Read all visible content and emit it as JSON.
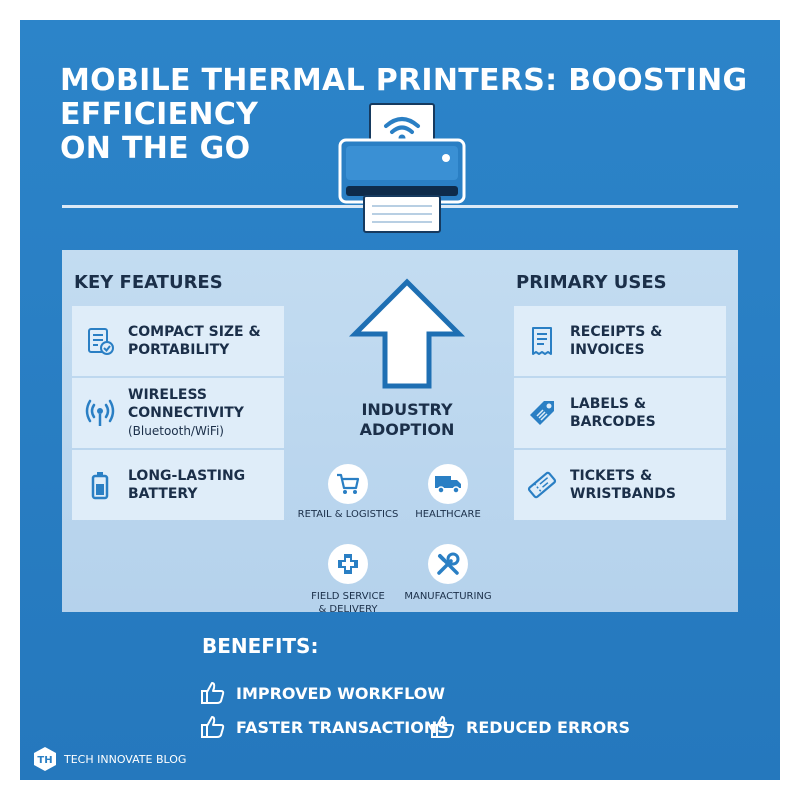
{
  "title": {
    "line1": "MOBILE THERMAL PRINTERS: BOOSTING",
    "line2": "EFFICIENCY",
    "line3": "ON THE GO"
  },
  "hero_icon": "wifi-printer-icon",
  "key_features": {
    "heading": "KEY FEATURES",
    "items": [
      {
        "icon": "checklist-document-icon",
        "line1": "COMPACT SIZE &",
        "line2": "PORTABILITY"
      },
      {
        "icon": "wireless-signal-icon",
        "line1": "WIRELESS",
        "line2": "CONNECTIVITY",
        "line3": "(Bluetooth/WiFi)"
      },
      {
        "icon": "battery-icon",
        "line1": "LONG-LASTING",
        "line2": "BATTERY"
      }
    ]
  },
  "primary_uses": {
    "heading": "PRIMARY USES",
    "items": [
      {
        "icon": "receipt-icon",
        "line1": "RECEIPTS &",
        "line2": "INVOICES"
      },
      {
        "icon": "tag-icon",
        "line1": "LABELS &",
        "line2": "BARCODES"
      },
      {
        "icon": "ticket-icon",
        "line1": "TICKETS &",
        "line2": "WRISTBANDS"
      }
    ]
  },
  "industry": {
    "title_line1": "INDUSTRY",
    "title_line2": "ADOPTION",
    "items": [
      {
        "icon": "shopping-cart-icon",
        "label": "RETAIL & LOGISTICS"
      },
      {
        "icon": "delivery-truck-icon",
        "label": "HEALTHCARE"
      },
      {
        "icon": "medical-cross-icon",
        "label_line1": "FIELD SERVICE",
        "label_line2": "& DELIVERY"
      },
      {
        "icon": "wrench-screwdriver-icon",
        "label": "MANUFACTURING"
      }
    ]
  },
  "benefits": {
    "heading": "BENEFITS:",
    "items": [
      "IMPROVED WORKFLOW",
      "FASTER TRANSACTIONS",
      "REDUCED ERRORS"
    ],
    "icon": "thumbs-up-icon"
  },
  "brand": {
    "name": "TECH INNOVATE BLOG",
    "logo_text": "TH"
  },
  "colors": {
    "background": "#2a7fc4",
    "panel": "#b9d6ef",
    "card": "#dfedf9",
    "dark_text": "#1b2f49",
    "icon_blue": "#2a7fc4"
  }
}
